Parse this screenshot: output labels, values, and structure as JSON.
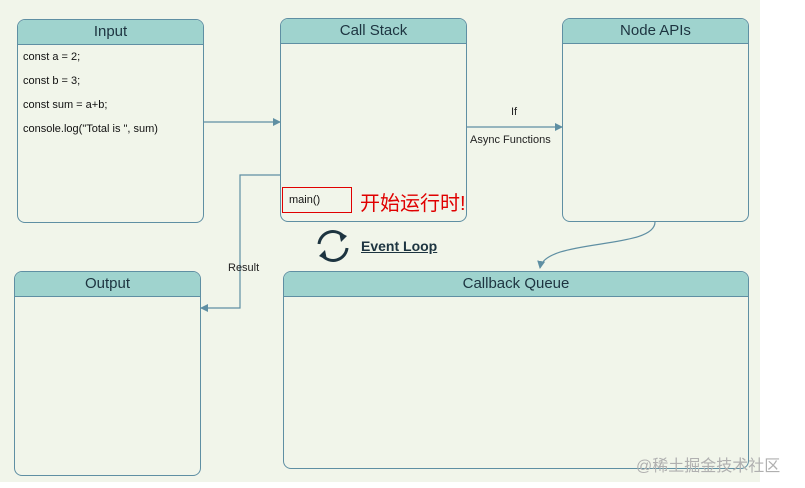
{
  "boxes": {
    "input": {
      "title": "Input",
      "code": [
        "const a = 2;",
        "const b = 3;",
        "const sum = a+b;",
        "console.log(\"Total is \", sum)"
      ]
    },
    "call_stack": {
      "title": "Call Stack",
      "frame": "main()"
    },
    "node_apis": {
      "title": "Node APIs"
    },
    "output": {
      "title": "Output"
    },
    "callback_queue": {
      "title": "Callback Queue"
    }
  },
  "labels": {
    "if": "If",
    "async_functions": "Async Functions",
    "result": "Result",
    "event_loop": "Event Loop",
    "annotation": "开始运行时!"
  },
  "icons": {
    "event_loop": "sync-icon"
  },
  "colors": {
    "background": "#f1f5ea",
    "header": "#9fd3ce",
    "border": "#5f8fa3",
    "highlight": "#e00000"
  },
  "watermark": "@稀土掘金技术社区"
}
